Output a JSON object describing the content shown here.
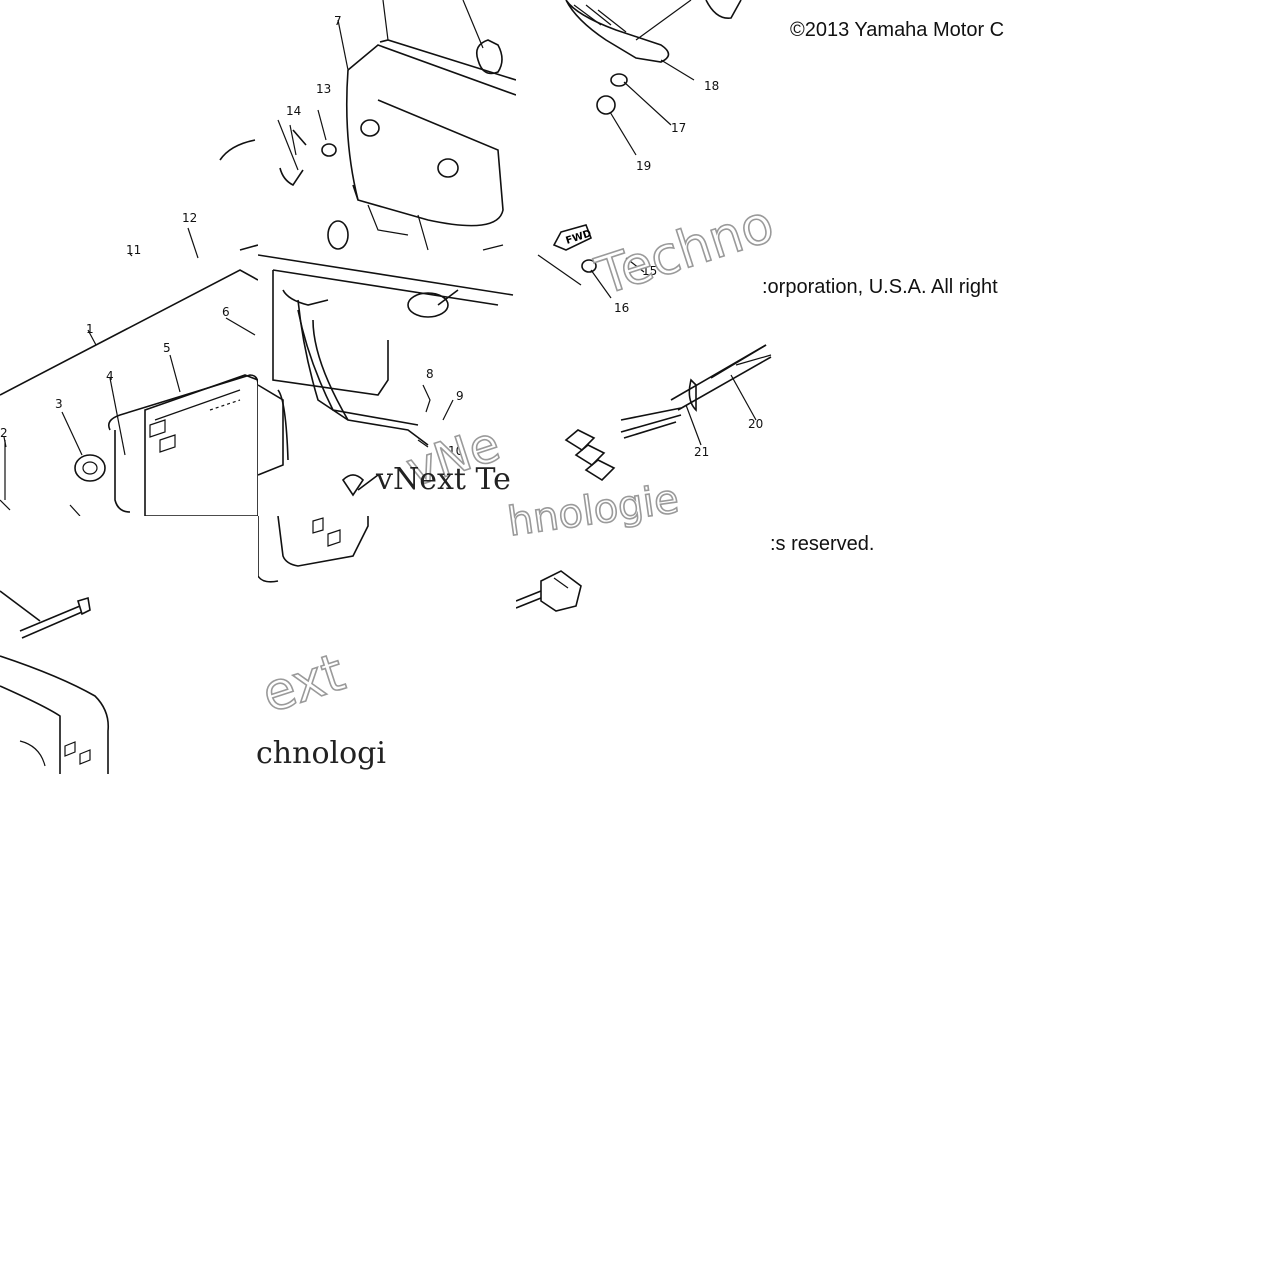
{
  "copyright": {
    "line1": "©2013 Yamaha Motor C",
    "line2": ":orporation, U.S.A. All right",
    "line3": ":s reserved."
  },
  "watermarks": {
    "w1": "Techno",
    "w2": "vNe",
    "w3": "vNext Te",
    "w4": "hnologie",
    "w5": "ext",
    "w6": "chnologi"
  },
  "fwd_label": "FWD",
  "callouts": [
    "1",
    "2",
    "3",
    "4",
    "5",
    "6",
    "7",
    "8",
    "9",
    "10",
    "11",
    "12",
    "13",
    "14",
    "15",
    "16",
    "17",
    "18",
    "19",
    "20",
    "21"
  ]
}
